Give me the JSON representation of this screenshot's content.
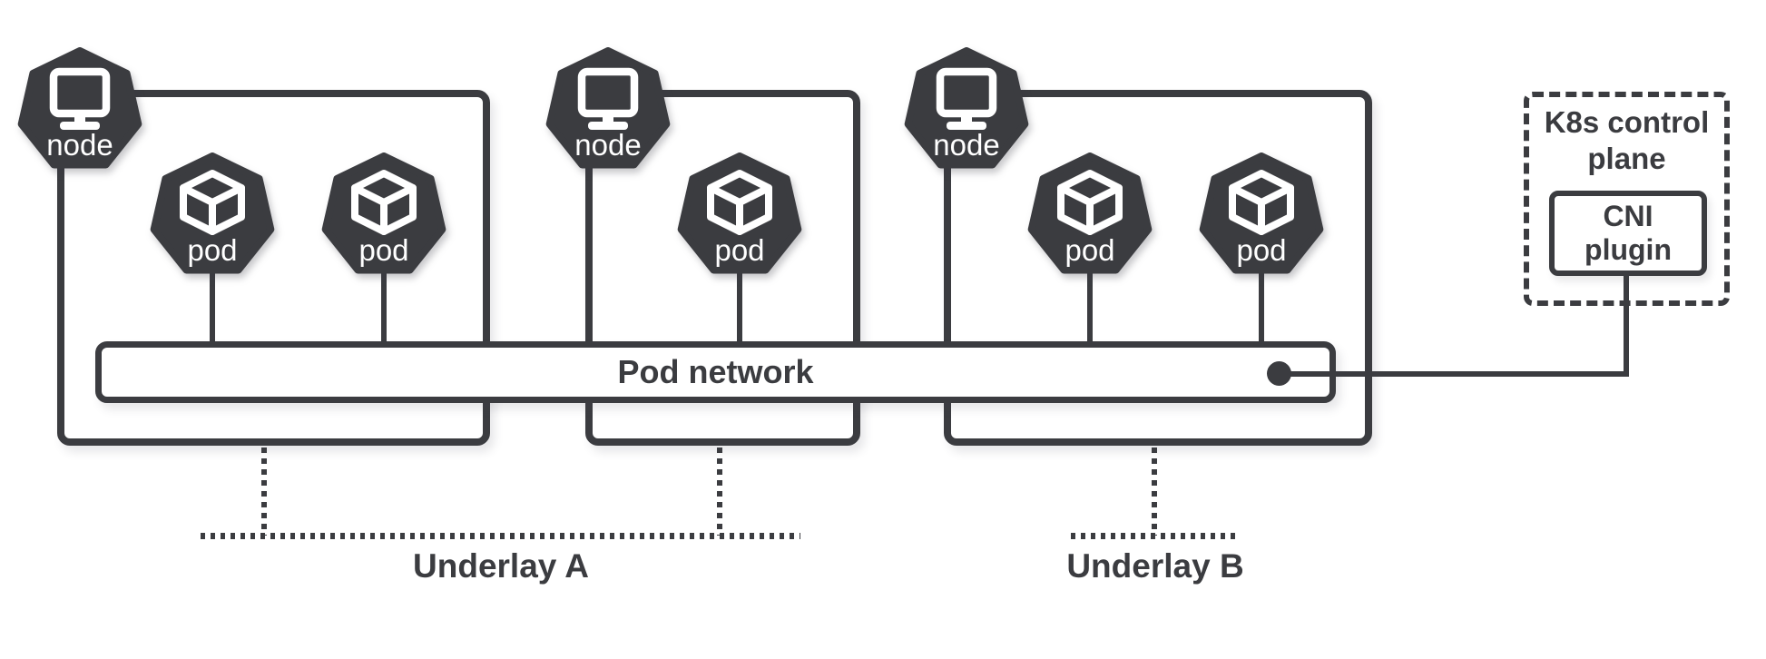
{
  "colors": {
    "ink": "#3b3c40",
    "background": "#ffffff"
  },
  "nodes": [
    {
      "label": "node",
      "icon": "monitor-icon",
      "pods": [
        {
          "label": "pod",
          "icon": "cube-icon"
        },
        {
          "label": "pod",
          "icon": "cube-icon"
        }
      ]
    },
    {
      "label": "node",
      "icon": "monitor-icon",
      "pods": [
        {
          "label": "pod",
          "icon": "cube-icon"
        }
      ]
    },
    {
      "label": "node",
      "icon": "monitor-icon",
      "pods": [
        {
          "label": "pod",
          "icon": "cube-icon"
        },
        {
          "label": "pod",
          "icon": "cube-icon"
        }
      ]
    }
  ],
  "pod_network": {
    "label": "Pod network"
  },
  "control_plane": {
    "title": "K8s control plane",
    "cni_label": "CNI plugin"
  },
  "underlays": [
    {
      "label": "Underlay A"
    },
    {
      "label": "Underlay B"
    }
  ]
}
